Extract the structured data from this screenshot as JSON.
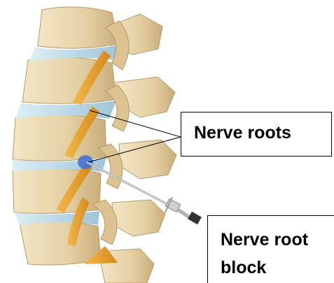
{
  "labels": {
    "nerve_roots": "Nerve roots",
    "nerve_root_block_line1": "Nerve root",
    "nerve_root_block_line2": "block"
  },
  "colors": {
    "bone": "#e8d6ae",
    "bone_shadow": "#c9ae7b",
    "disc": "#bcd8e6",
    "nerve": "#e8a330",
    "injection": "#3d6fd6",
    "needle": "#a8a8a8",
    "syringe_tip": "#333333"
  }
}
